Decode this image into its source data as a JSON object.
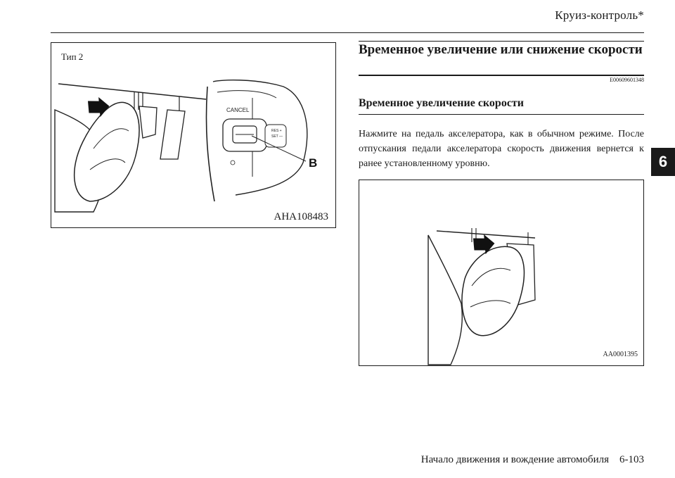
{
  "header": {
    "title": "Круиз-контроль*"
  },
  "chapter_tab": {
    "number": "6"
  },
  "figure_1": {
    "type_label": "Тип 2",
    "code": "AHA108483",
    "callout": "B",
    "switch_labels": {
      "cancel": "CANCEL",
      "res": "RES +",
      "set": "SET —"
    }
  },
  "section": {
    "heading": "Временное увеличение или снижение скорости",
    "code": "E00609601348",
    "subheading": "Временное увеличение скорости",
    "body": "Нажмите на педаль акселератора, как в обычном режиме. После отпускания педали акселератора скорость движения вернется к ранее установленному уровню."
  },
  "figure_2": {
    "code": "AA0001395"
  },
  "footer": {
    "text": "Начало движения и вождение автомобиля    6-103"
  }
}
